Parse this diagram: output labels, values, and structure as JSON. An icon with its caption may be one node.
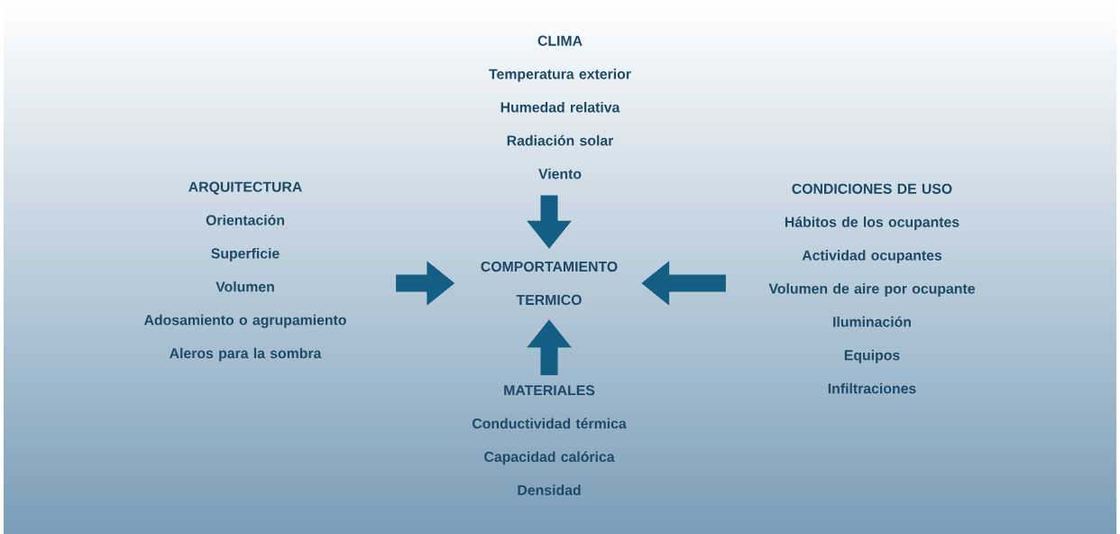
{
  "diagram": {
    "nodes": [
      {
        "text": [
          "CLIMA",
          "Temperatura exterior",
          "Humedad relativa",
          "Radiación solar",
          "Viento"
        ]
      },
      {
        "text": [
          "ARQUITECTURA",
          "Orientación",
          "Superficie",
          "Volumen",
          "Adosamiento o agrupamiento",
          "Aleros para la sombra"
        ]
      },
      {
        "text": [
          "COMPORTAMIENTO TERMICO"
        ]
      },
      {
        "text": [
          "CONDICIONES DE USO",
          "Hábitos de los ocupantes",
          "Actividad ocupantes",
          "Volumen de aire por ocupante",
          "Iluminación",
          "Equipos",
          "Infiltraciones"
        ]
      },
      {
        "text": [
          "MATERIALES",
          "Conductividad térmica",
          "Capacidad calórica",
          "Densidad"
        ]
      }
    ],
    "edges": [
      {
        "from": 0,
        "to": 2,
        "arrow": "to"
      },
      {
        "from": 1,
        "to": 2,
        "arrow": "to"
      },
      {
        "from": 3,
        "to": 2,
        "arrow": "to"
      },
      {
        "from": 4,
        "to": 2,
        "arrow": "to"
      }
    ]
  }
}
